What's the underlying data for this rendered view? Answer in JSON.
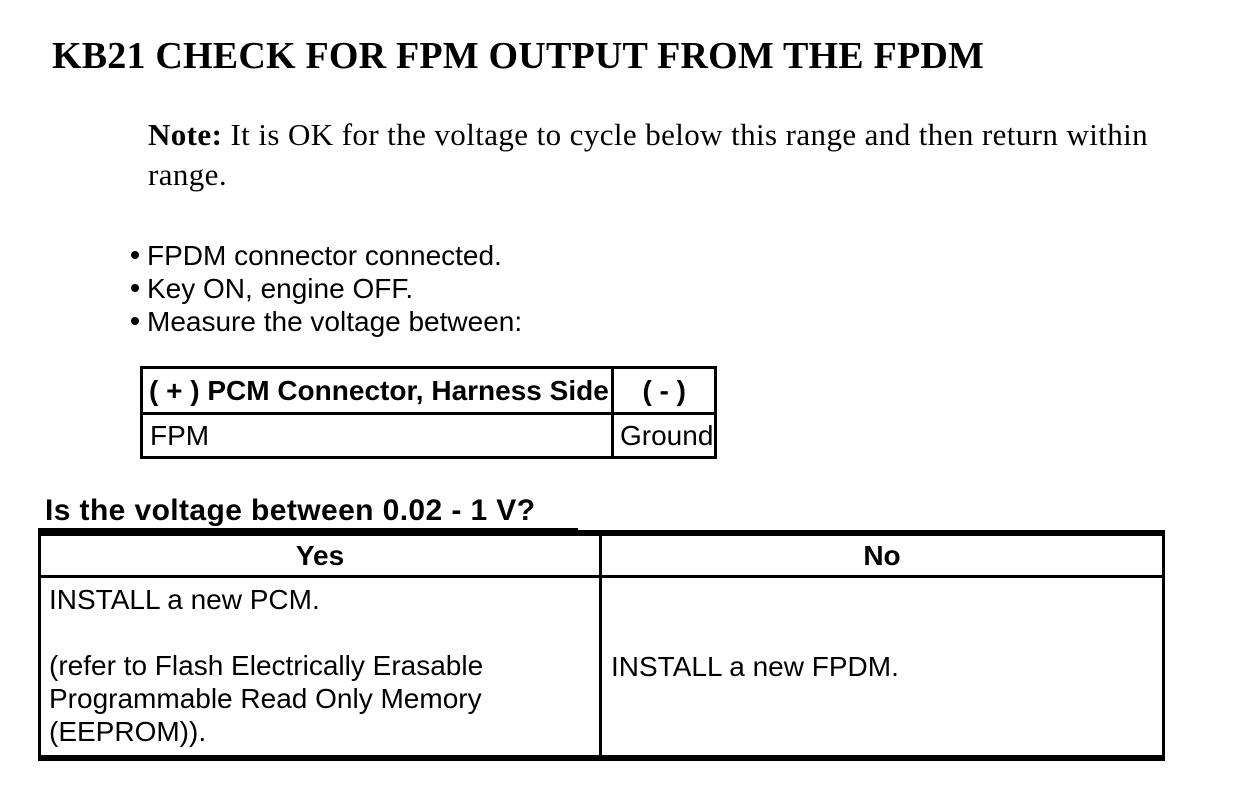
{
  "page": {
    "title": "KB21 CHECK FOR FPM OUTPUT FROM THE FPDM",
    "note": {
      "label": "Note:",
      "text": "It is OK for the voltage to cycle below this range and then return within\nrange."
    },
    "bullets": [
      "FPDM connector connected.",
      "Key ON, engine OFF.",
      "Measure the voltage between:"
    ],
    "measurement_table": {
      "headers": {
        "positive": "( + ) PCM Connector, Harness Side",
        "negative": "( - )"
      },
      "rows": [
        {
          "positive": "FPM",
          "negative": "Ground"
        }
      ]
    },
    "question": "Is the voltage between 0.02 - 1 V?",
    "decision_table": {
      "headers": {
        "yes": "Yes",
        "no": "No"
      },
      "yes_text": "INSTALL a new PCM.\n\n(refer to Flash Electrically Erasable\nProgrammable Read Only Memory\n(EEPROM)).",
      "no_text": "INSTALL a new FPDM."
    },
    "colors": {
      "text": "#000000",
      "background": "#ffffff",
      "border": "#000000"
    }
  }
}
